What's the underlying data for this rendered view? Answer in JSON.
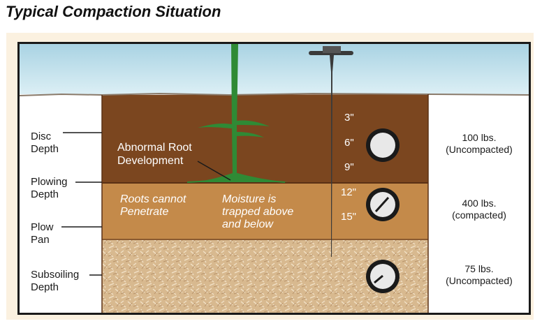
{
  "title": "Typical Compaction Situation",
  "left_labels": {
    "disc": [
      "Disc",
      "Depth"
    ],
    "plowing": [
      "Plowing",
      "Depth"
    ],
    "plow_pan": [
      "Plow",
      "Pan"
    ],
    "subsoiling": [
      "Subsoiling",
      "Depth"
    ]
  },
  "soil_text": {
    "abnormal": [
      "Abnormal Root",
      "Development"
    ],
    "roots": [
      "Roots cannot",
      "Penetrate"
    ],
    "moisture": [
      "Moisture is",
      "trapped above",
      "and below"
    ]
  },
  "depth_marks": [
    "3\"",
    "6\"",
    "9\"",
    "12\"",
    "15\""
  ],
  "pressure_labels": {
    "top": [
      "100 lbs.",
      "(Uncompacted)"
    ],
    "middle": [
      "400 lbs.",
      "(compacted)"
    ],
    "bottom": [
      "75 lbs.",
      "(Uncompacted)"
    ]
  },
  "colors": {
    "sky_top": "#b9dbe8",
    "topsoil": "#7a4520",
    "plow_layer": "#c48a4a",
    "subsoil": "#d4b48a",
    "root": "#2f7d32"
  }
}
